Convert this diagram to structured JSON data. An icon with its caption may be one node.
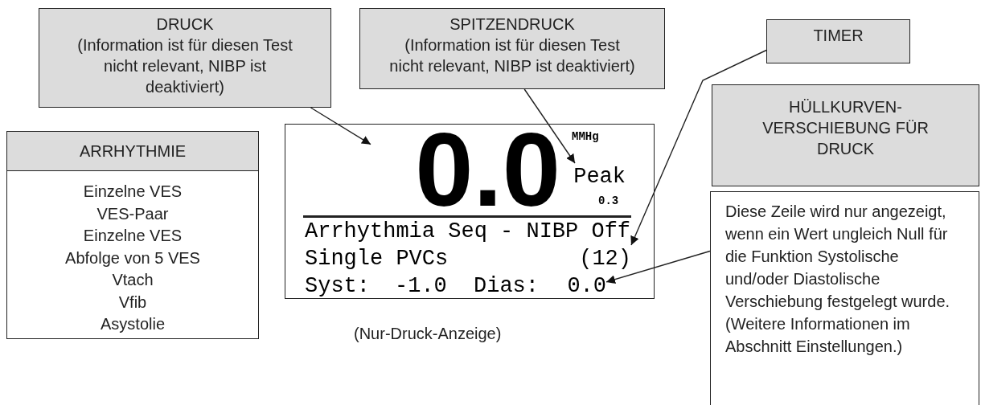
{
  "diagram": {
    "nodes": [
      {
        "text": [
          "DRUCK",
          "(Information ist für diesen Test nicht relevant, NIBP ist deaktiviert)"
        ]
      },
      {
        "text": [
          "SPITZENDRUCK",
          "(Information ist für diesen Test nicht relevant, NIBP ist deaktiviert)"
        ]
      },
      {
        "text": [
          "TIMER"
        ]
      },
      {
        "text": [
          "ARRHYTHMIE",
          "Einzelne VES",
          "VES-Paar",
          "Einzelne VES",
          "Abfolge von 5 VES",
          "Vtach",
          "Vfib",
          "Asystolie"
        ]
      },
      {
        "text": [
          "MMHg",
          "0.3",
          "Arrhythmia Seq - NIBP Off",
          "Single PVCs",
          "Syst:",
          "-1.0",
          "Dias:"
        ]
      },
      {
        "text": [
          "0.0"
        ],
        "in": 4
      },
      {
        "text": [
          "Peak"
        ],
        "in": 4
      },
      {
        "text": [
          "(12)"
        ],
        "in": 4
      },
      {
        "text": [
          "0.0"
        ],
        "in": 4
      },
      {
        "text": [
          "HÜLLKURVEN-VERSCHIEBUNG FÜR DRUCK"
        ]
      },
      {
        "text": [
          "Diese Zeile wird nur angezeigt, wenn ein Wert ungleich Null für die Funktion Systolische und/oder Diastolische Verschiebung festgelegt wurde. (Weitere Informationen im Abschnitt Einstellungen.)"
        ]
      }
    ],
    "edges": [
      {
        "from": 0,
        "to": 5,
        "arrow": "to"
      },
      {
        "from": 1,
        "to": 6,
        "arrow": "to"
      },
      {
        "from": 2,
        "to": 7,
        "arrow": "to"
      },
      {
        "from": 10,
        "to": 8,
        "arrow": "to"
      }
    ],
    "labels": [
      "(Nur-Druck-Anzeige)"
    ]
  }
}
